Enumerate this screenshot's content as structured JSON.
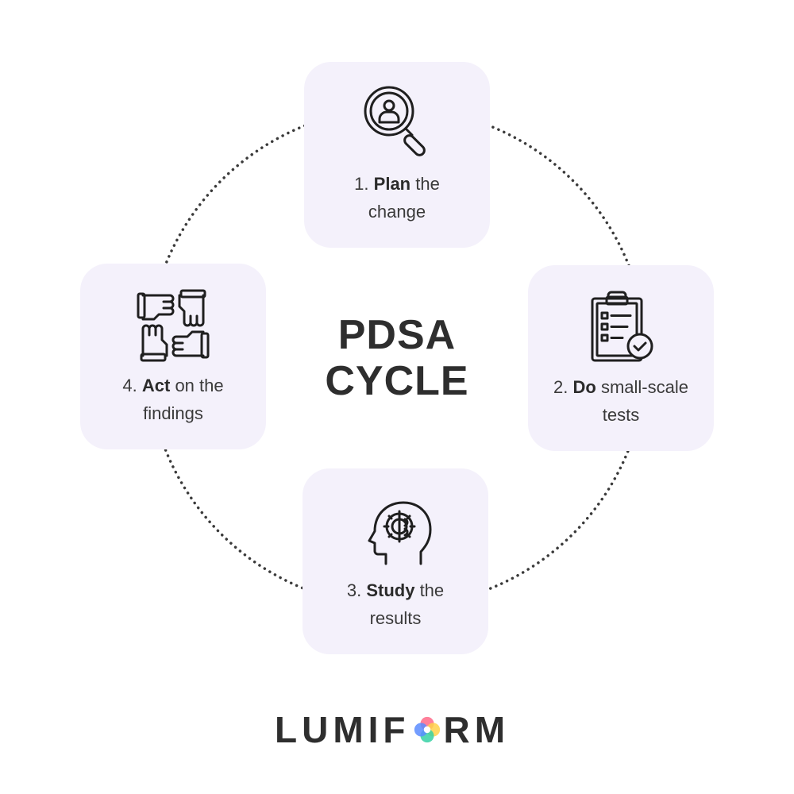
{
  "title_line1": "PDSA",
  "title_line2": "CYCLE",
  "steps": [
    {
      "num": "1.",
      "bold": "Plan",
      "rest1": " the",
      "line2": "change",
      "icon": "search-person-icon"
    },
    {
      "num": "2.",
      "bold": "Do",
      "rest1": " small-scale",
      "line2": "tests",
      "icon": "clipboard-check-icon"
    },
    {
      "num": "3.",
      "bold": "Study",
      "rest1": " the",
      "line2": "results",
      "icon": "head-gear-brain-icon"
    },
    {
      "num": "4.",
      "bold": "Act",
      "rest1": " on the",
      "line2": "findings",
      "icon": "hands-together-icon"
    }
  ],
  "logo": {
    "before": "LUMIF",
    "after": "RM",
    "mark_icon": "colorful-o-logo-icon"
  },
  "colors": {
    "card_bg": "#f4f1fb",
    "text": "#2e2e2e",
    "ring": "#3a3a3a"
  }
}
